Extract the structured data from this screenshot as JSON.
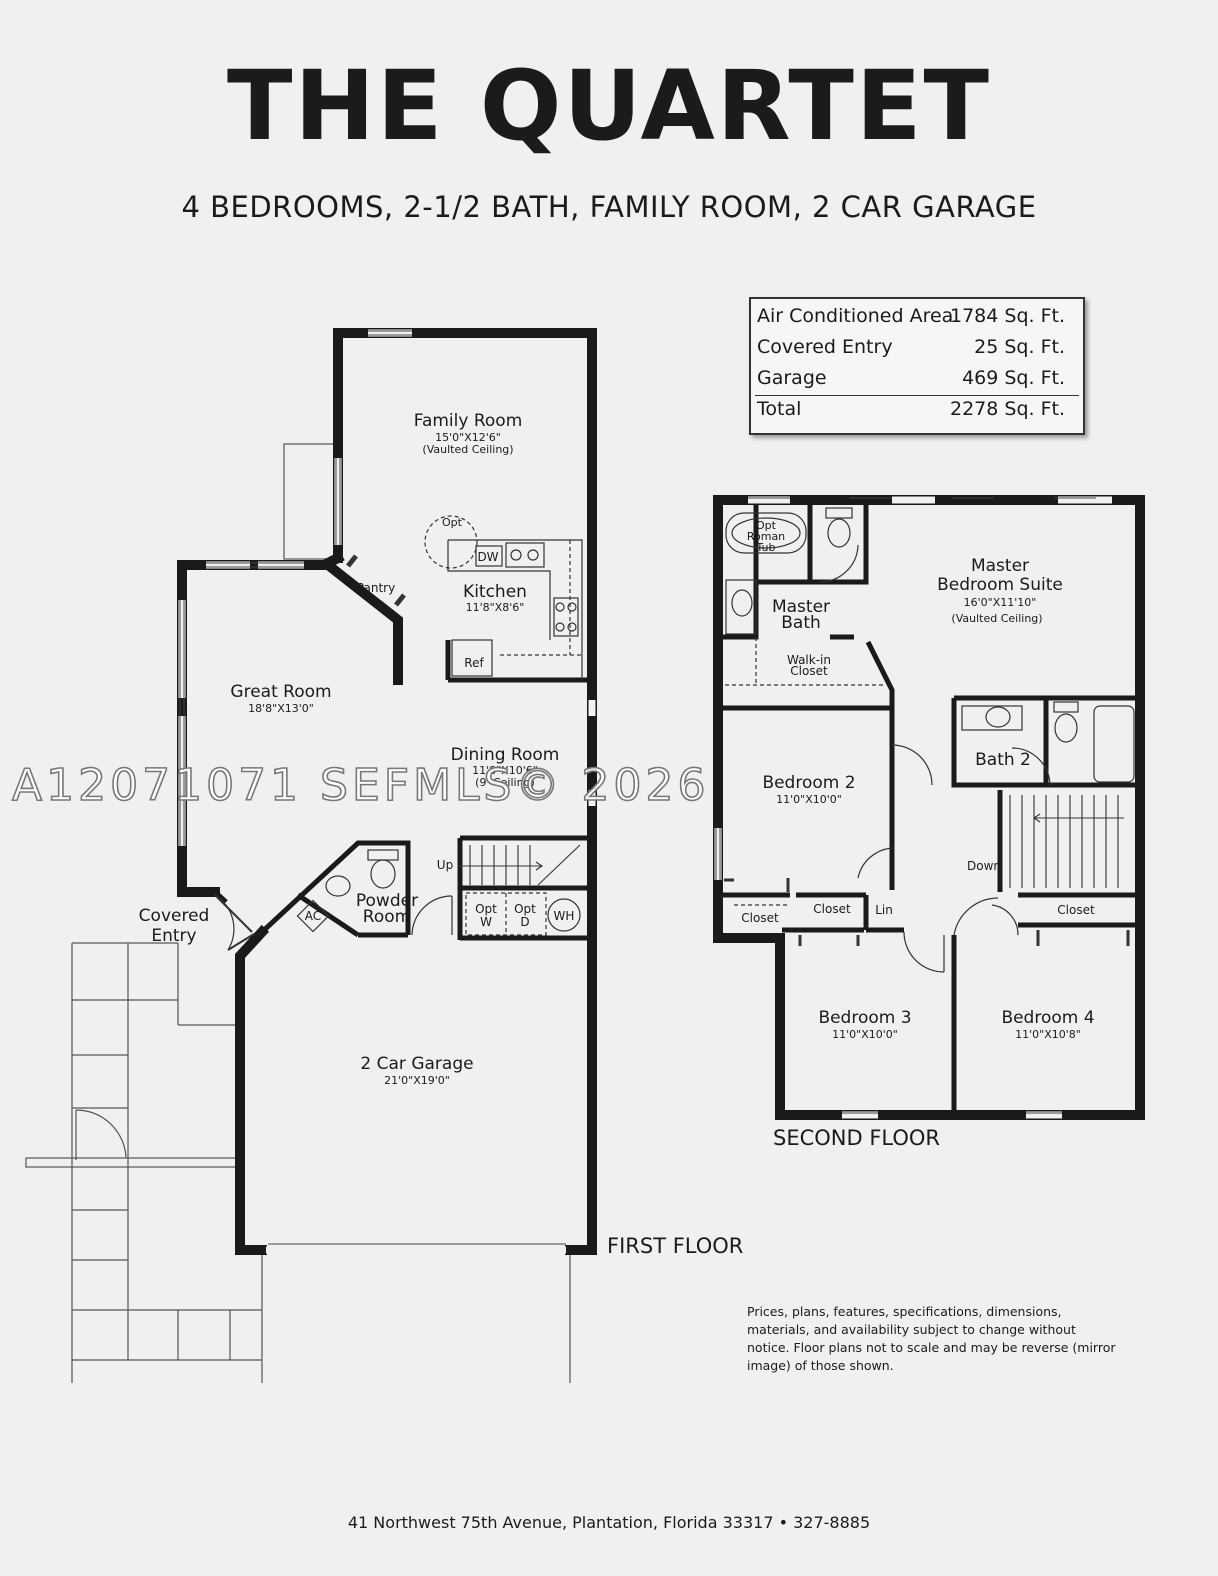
{
  "title": "THE QUARTET",
  "subtitle": "4 BEDROOMS, 2-1/2 BATH, FAMILY ROOM, 2 CAR GARAGE",
  "area_table": [
    {
      "label": "Air Conditioned Area",
      "value": "1784 Sq. Ft."
    },
    {
      "label": "Covered Entry",
      "value": "25 Sq. Ft."
    },
    {
      "label": "Garage",
      "value": "469 Sq. Ft."
    },
    {
      "label": "Total",
      "value": "2278 Sq. Ft."
    }
  ],
  "first_floor": {
    "label": "FIRST FLOOR",
    "family_room": {
      "name": "Family Room",
      "size": "15'0\"X12'6\"",
      "note": "(Vaulted Ceiling)"
    },
    "kitchen": {
      "name": "Kitchen",
      "size": "11'8\"X8'6\"",
      "opt": "Opt",
      "dw": "DW",
      "ref": "Ref"
    },
    "pantry": "Pantry",
    "great_room": {
      "name": "Great Room",
      "size": "18'8\"X13'0\""
    },
    "dining_room": {
      "name": "Dining Room",
      "size": "11'8\"X10'6\"",
      "note": "(9' Ceiling)"
    },
    "up": "Up",
    "powder_room": {
      "line1": "Powder",
      "line2": "Room"
    },
    "ac": "AC",
    "laundry": {
      "opt_w_1": "Opt",
      "opt_w_2": "W",
      "opt_d_1": "Opt",
      "opt_d_2": "D",
      "wh": "WH"
    },
    "covered_entry": {
      "line1": "Covered",
      "line2": "Entry"
    },
    "garage": {
      "name": "2 Car Garage",
      "size": "21'0\"X19'0\""
    }
  },
  "second_floor": {
    "label": "SECOND FLOOR",
    "tub": {
      "line1": "Opt",
      "line2": "Roman",
      "line3": "Tub"
    },
    "master_bath": {
      "line1": "Master",
      "line2": "Bath"
    },
    "walk_in": {
      "line1": "Walk-in",
      "line2": "Closet"
    },
    "master_suite": {
      "line1": "Master",
      "line2": "Bedroom Suite",
      "size": "16'0\"X11'10\"",
      "note": "(Vaulted Ceiling)"
    },
    "bath2": "Bath 2",
    "bedroom2": {
      "name": "Bedroom 2",
      "size": "11'0\"X10'0\""
    },
    "down": "Down",
    "closet_a": "Closet",
    "closet_b": "Closet",
    "lin": "Lin",
    "closet_c": "Closet",
    "bedroom3": {
      "name": "Bedroom 3",
      "size": "11'0\"X10'0\""
    },
    "bedroom4": {
      "name": "Bedroom 4",
      "size": "11'0\"X10'8\""
    }
  },
  "disclaimer": "Prices, plans, features, specifications, dimensions, materials, and availability subject to change without notice. Floor plans not to scale and may be reverse (mirror image) of those shown.",
  "footer": "41 Northwest 75th Avenue, Plantation, Florida 33317 • 327-8885",
  "watermark": "A12071071  SEFMLS© 2026"
}
